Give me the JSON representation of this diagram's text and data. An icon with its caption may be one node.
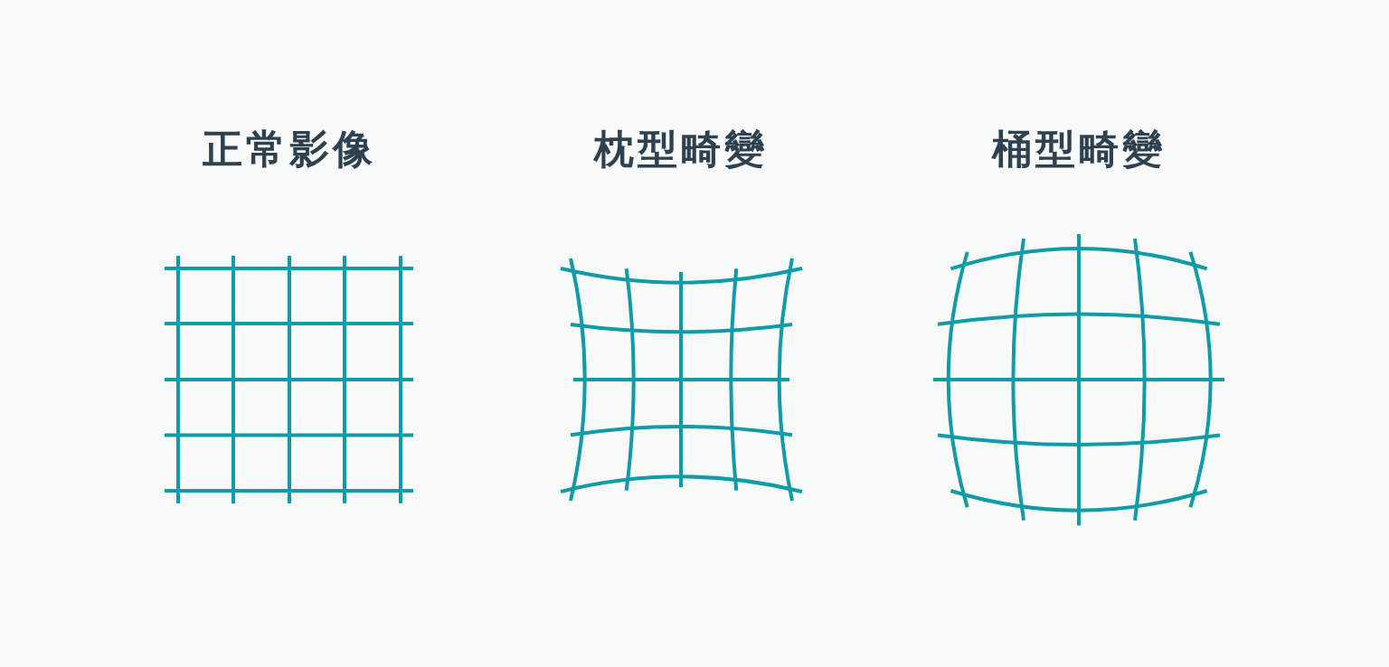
{
  "diagram": {
    "labels": [
      "正常影像",
      "枕型畸變",
      "桶型畸變"
    ]
  }
}
